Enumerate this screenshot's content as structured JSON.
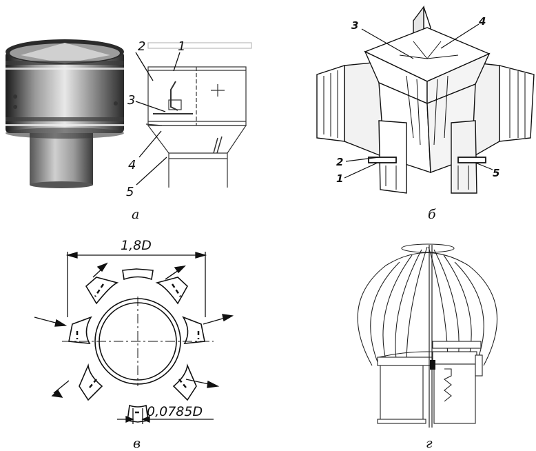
{
  "panels": {
    "a": {
      "caption": "а",
      "callouts": [
        "1",
        "2",
        "3",
        "4",
        "5"
      ]
    },
    "b": {
      "caption": "б",
      "callouts": [
        "1",
        "2",
        "3",
        "4",
        "5"
      ]
    },
    "v": {
      "caption": "в",
      "dimension_top": "1,8D",
      "dimension_bottom": "0,0785D"
    },
    "g": {
      "caption": "г"
    }
  }
}
